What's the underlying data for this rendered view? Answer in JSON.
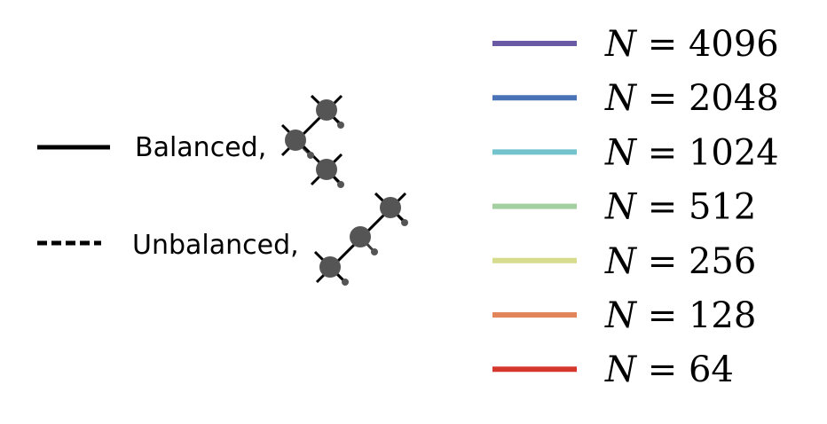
{
  "chart_data": {
    "type": "legend",
    "style_entries": [
      {
        "label": "Balanced,",
        "line_style": "solid",
        "tree": "balanced"
      },
      {
        "label": "Unbalanced,",
        "line_style": "dashed",
        "tree": "unbalanced"
      }
    ],
    "series": [
      {
        "name": "N = 4096",
        "var": "N",
        "value": "4096",
        "color": "#6a5aa3"
      },
      {
        "name": "N = 2048",
        "var": "N",
        "value": "2048",
        "color": "#4a72b7"
      },
      {
        "name": "N = 1024",
        "var": "N",
        "value": "1024",
        "color": "#72c3cc"
      },
      {
        "name": "N = 512",
        "var": "N",
        "value": "512",
        "color": "#a4cfa0"
      },
      {
        "name": "N = 256",
        "var": "N",
        "value": "256",
        "color": "#d7dc8d"
      },
      {
        "name": "N = 128",
        "var": "N",
        "value": "128",
        "color": "#e3855a"
      },
      {
        "name": "N = 64",
        "var": "N",
        "value": "64",
        "color": "#d6372c"
      }
    ]
  }
}
